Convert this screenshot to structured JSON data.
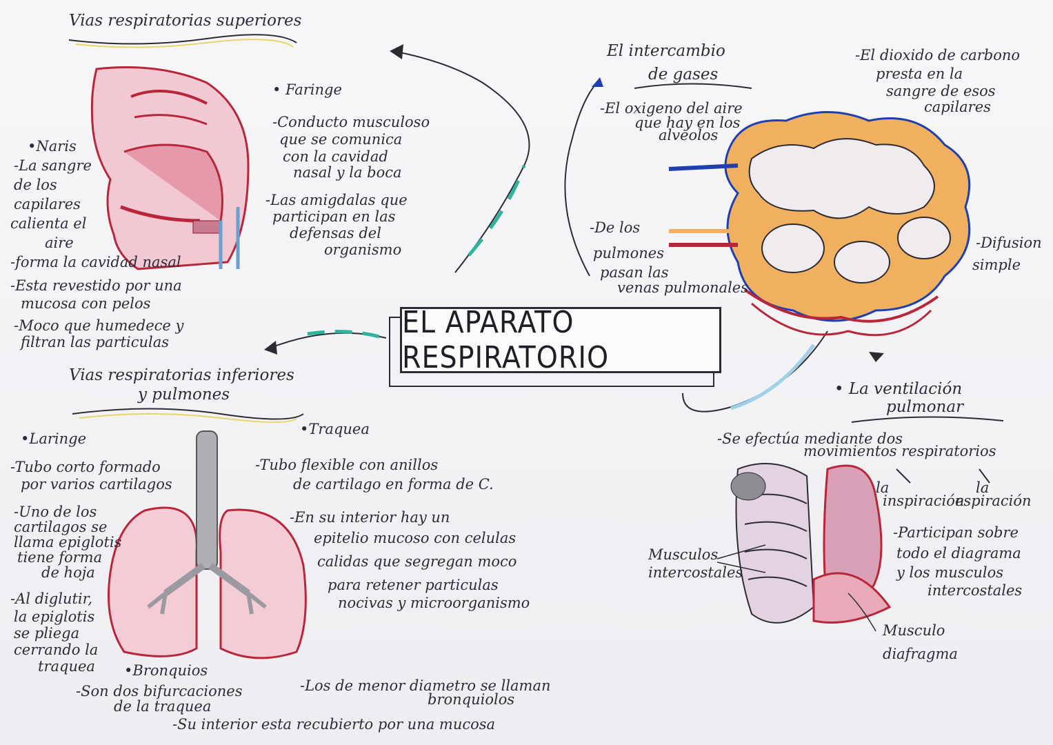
{
  "title": "EL APARATO RESPIRATORIO",
  "superiores": {
    "heading": "Vias respiratorias superiores",
    "naris": {
      "title": "•Naris",
      "lines": [
        "-La sangre",
        "de los",
        "capilares",
        "calienta el",
        "aire",
        "-forma la cavidad nasal",
        "-Esta revestido por una",
        "mucosa con pelos",
        "-Moco que humedece y",
        "filtran las particulas"
      ]
    },
    "faringe": {
      "title": "• Faringe",
      "lines": [
        "-Conducto musculoso",
        "que se comunica",
        "con la cavidad",
        "nasal y la boca",
        "-Las amigdalas que",
        "participan en las",
        "defensas del",
        "organismo"
      ]
    }
  },
  "intercambio": {
    "heading": [
      "El intercambio",
      "de gases"
    ],
    "oxigeno": [
      "-El oxigeno del aire",
      "que hay en los",
      "alveolos"
    ],
    "pulmones": [
      "-De los",
      "pulmones",
      "pasan las",
      "venas pulmonales"
    ],
    "dioxido": [
      "-El dioxido de carbono",
      "presta en la",
      "sangre de esos",
      "capilares"
    ],
    "difusion": [
      "-Difusion",
      "simple"
    ]
  },
  "inferiores": {
    "heading": [
      "Vias respiratorias inferiores",
      "y pulmones"
    ],
    "laringe": {
      "title": "•Laringe",
      "lines": [
        "-Tubo corto formado",
        "por varios cartilagos",
        "-Uno de los",
        "cartilagos se",
        "llama epiglotis",
        "tiene forma",
        "de hoja",
        "-Al diglutir,",
        "la epiglotis",
        "se pliega",
        "cerrando la",
        "traquea"
      ]
    },
    "traquea": {
      "title": "•Traquea",
      "lines": [
        "-Tubo flexible con anillos",
        "de cartilago en forma de C.",
        "-En su interior hay un",
        "epitelio mucoso con celulas",
        "calidas que segregan moco",
        "para retener particulas",
        "nocivas y microorganismo"
      ]
    },
    "bronquios": {
      "title": "•Bronquios",
      "lines": [
        "-Son dos bifurcaciones",
        "de la traquea",
        "-Los de menor diametro se llaman",
        "bronquiolos",
        "-Su interior esta recubierto por una mucosa"
      ]
    }
  },
  "ventilacion": {
    "heading": [
      "• La ventilación",
      "pulmonar"
    ],
    "lines": [
      "-Se efectúa mediante dos",
      "movimientos respiratorios"
    ],
    "inspiracion": [
      "la",
      "inspiración"
    ],
    "espiracion": [
      "la",
      "espiración"
    ],
    "participan": [
      "-Participan sobre",
      "todo el diagrama",
      "y los musculos",
      "intercostales"
    ],
    "musculos_intercostales": [
      "Musculos",
      "intercostales"
    ],
    "musculo_diafragma": [
      "Musculo",
      "diafragma"
    ]
  },
  "colors": {
    "ink": "#2b2b3b",
    "pink": "#e8aab8",
    "red": "#b8263a",
    "orange": "#f0b060",
    "teal": "#2fb39a",
    "blue": "#1d3fb0"
  }
}
